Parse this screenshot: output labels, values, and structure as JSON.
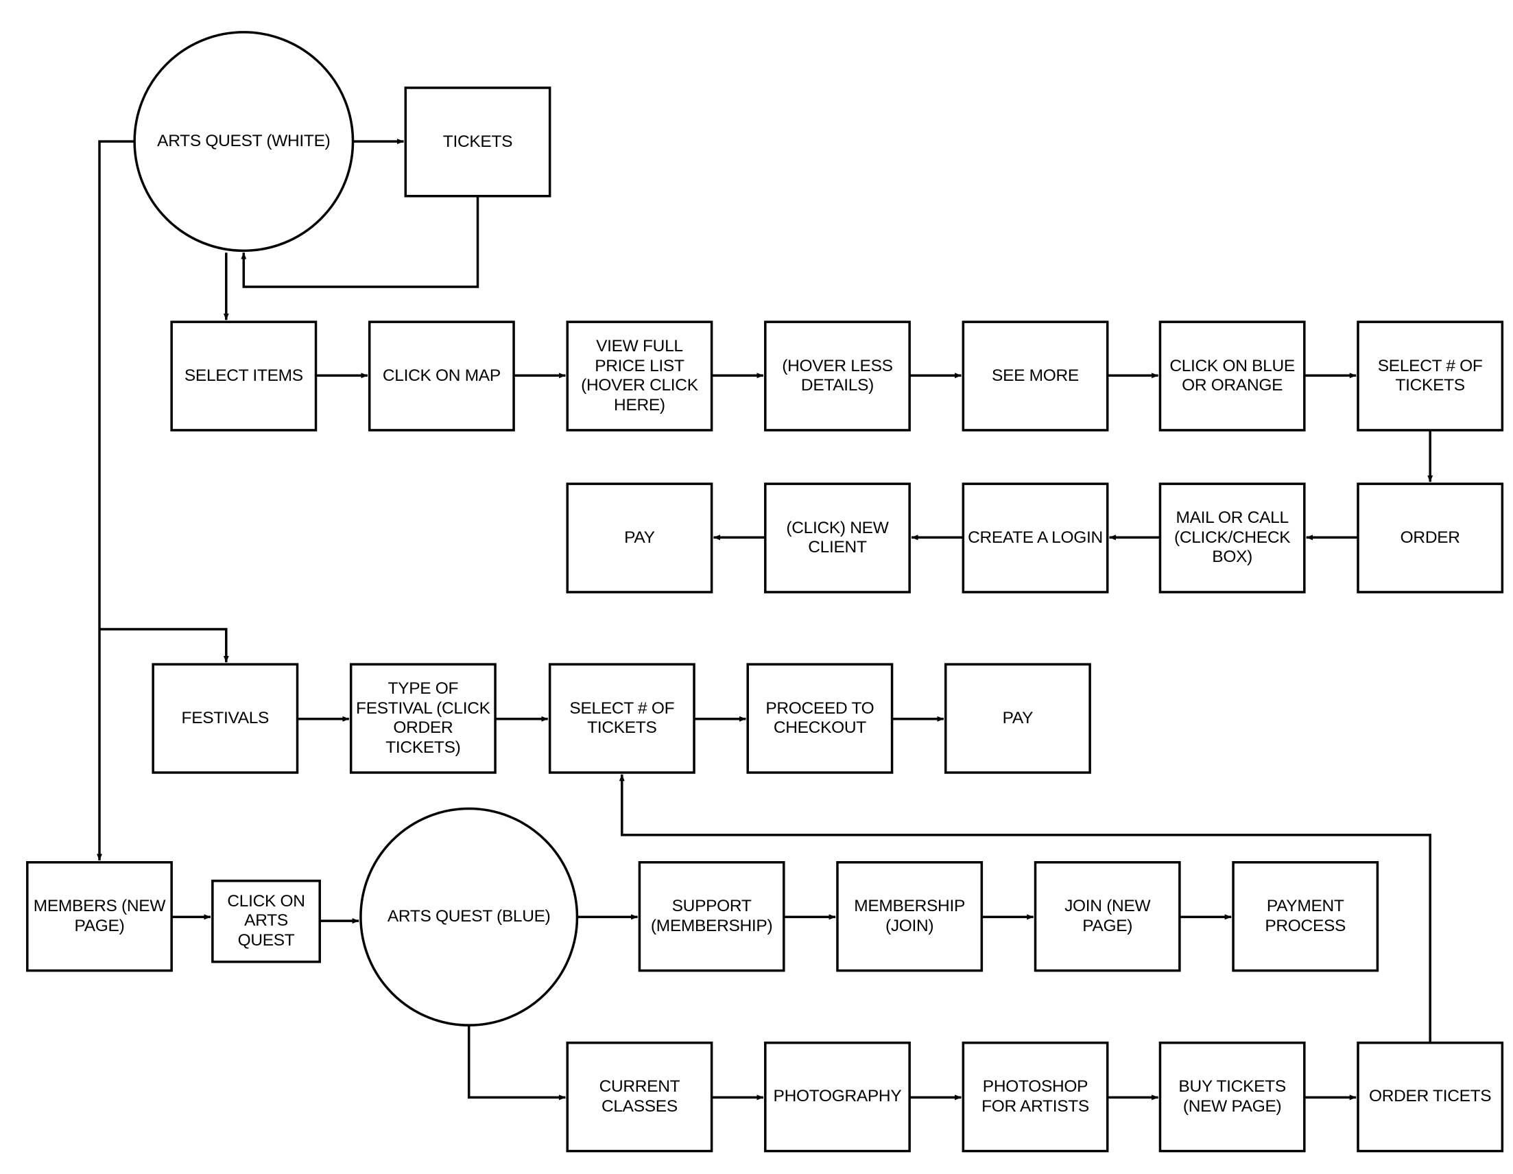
{
  "diagram": {
    "nodes": {
      "arts_quest_white": "ARTS QUEST (WHITE)",
      "tickets": "TICKETS",
      "select_items": "SELECT ITEMS",
      "click_on_map": "CLICK ON MAP",
      "view_full_price_list": "VIEW FULL\nPRICE LIST\n(HOVER CLICK\nHERE)",
      "hover_less_details": "(HOVER LESS\nDETAILS)",
      "see_more": "SEE MORE",
      "click_on_blue_or_orange": "CLICK ON BLUE\nOR ORANGE",
      "select_num_tickets_1": "SELECT # OF\nTICKETS",
      "order": "ORDER",
      "mail_or_call": "MAIL OR CALL\n(CLICK/CHECK\nBOX)",
      "create_a_login": "CREATE A LOGIN",
      "click_new_client": "(CLICK) NEW\nCLIENT",
      "pay_1": "PAY",
      "festivals": "FESTIVALS",
      "type_of_festival": "TYPE OF\nFESTIVAL (CLICK\nORDER\nTICKETS)",
      "select_num_tickets_2": "SELECT # OF\nTICKETS",
      "proceed_to_checkout": "PROCEED TO\nCHECKOUT",
      "pay_2": "PAY",
      "members_new_page": "MEMBERS (NEW\nPAGE)",
      "click_on_arts_quest": "CLICK ON\nARTS\nQUEST",
      "arts_quest_blue": "ARTS QUEST (BLUE)",
      "support_membership": "SUPPORT\n(MEMBERSHIP)",
      "membership_join": "MEMBERSHIP\n(JOIN)",
      "join_new_page": "JOIN (NEW\nPAGE)",
      "payment_process": "PAYMENT\nPROCESS",
      "current_classes": "CURRENT\nCLASSES",
      "photography": "PHOTOGRAPHY",
      "photoshop_for_artists": "PHOTOSHOP\nFOR ARTISTS",
      "buy_tickets_new_page": "BUY TICKETS\n(NEW PAGE)",
      "order_ticets": "ORDER TICETS"
    },
    "edges": [
      [
        "arts_quest_white",
        "tickets"
      ],
      [
        "tickets",
        "arts_quest_white"
      ],
      [
        "arts_quest_white",
        "select_items"
      ],
      [
        "select_items",
        "click_on_map"
      ],
      [
        "click_on_map",
        "view_full_price_list"
      ],
      [
        "view_full_price_list",
        "hover_less_details"
      ],
      [
        "hover_less_details",
        "see_more"
      ],
      [
        "see_more",
        "click_on_blue_or_orange"
      ],
      [
        "click_on_blue_or_orange",
        "select_num_tickets_1"
      ],
      [
        "select_num_tickets_1",
        "order"
      ],
      [
        "order",
        "mail_or_call"
      ],
      [
        "mail_or_call",
        "create_a_login"
      ],
      [
        "create_a_login",
        "click_new_client"
      ],
      [
        "click_new_client",
        "pay_1"
      ],
      [
        "arts_quest_white",
        "festivals"
      ],
      [
        "festivals",
        "type_of_festival"
      ],
      [
        "type_of_festival",
        "select_num_tickets_2"
      ],
      [
        "select_num_tickets_2",
        "proceed_to_checkout"
      ],
      [
        "proceed_to_checkout",
        "pay_2"
      ],
      [
        "arts_quest_white",
        "members_new_page"
      ],
      [
        "members_new_page",
        "click_on_arts_quest"
      ],
      [
        "click_on_arts_quest",
        "arts_quest_blue"
      ],
      [
        "arts_quest_blue",
        "support_membership"
      ],
      [
        "support_membership",
        "membership_join"
      ],
      [
        "membership_join",
        "join_new_page"
      ],
      [
        "join_new_page",
        "payment_process"
      ],
      [
        "arts_quest_blue",
        "current_classes"
      ],
      [
        "current_classes",
        "photography"
      ],
      [
        "photography",
        "photoshop_for_artists"
      ],
      [
        "photoshop_for_artists",
        "buy_tickets_new_page"
      ],
      [
        "buy_tickets_new_page",
        "order_ticets"
      ],
      [
        "order_ticets",
        "select_num_tickets_2"
      ]
    ]
  }
}
